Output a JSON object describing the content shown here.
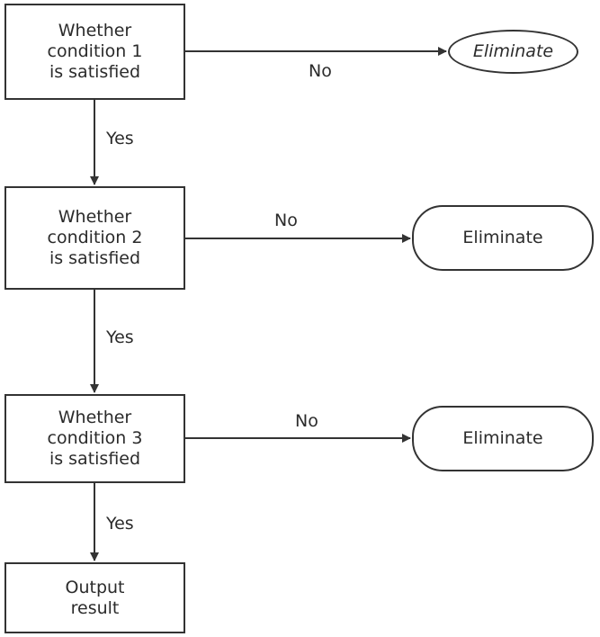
{
  "diagram": {
    "type": "flowchart",
    "stroke_color": "#333333",
    "text_color": "#2b2b2b",
    "nodes": [
      {
        "id": "cond1",
        "label": "Whether\ncondition 1\nis satisfied"
      },
      {
        "id": "cond2",
        "label": "Whether\ncondition 2\nis satisfied"
      },
      {
        "id": "cond3",
        "label": "Whether\ncondition 3\nis satisfied"
      },
      {
        "id": "output",
        "label": "Output\nresult"
      },
      {
        "id": "elim1",
        "label": "Eliminate"
      },
      {
        "id": "elim2",
        "label": "Eliminate"
      },
      {
        "id": "elim3",
        "label": "Eliminate"
      }
    ],
    "edges": [
      {
        "from": "cond1",
        "to": "elim1",
        "label": "No"
      },
      {
        "from": "cond1",
        "to": "cond2",
        "label": "Yes"
      },
      {
        "from": "cond2",
        "to": "elim2",
        "label": "No"
      },
      {
        "from": "cond2",
        "to": "cond3",
        "label": "Yes"
      },
      {
        "from": "cond3",
        "to": "elim3",
        "label": "No"
      },
      {
        "from": "cond3",
        "to": "output",
        "label": "Yes"
      }
    ]
  }
}
